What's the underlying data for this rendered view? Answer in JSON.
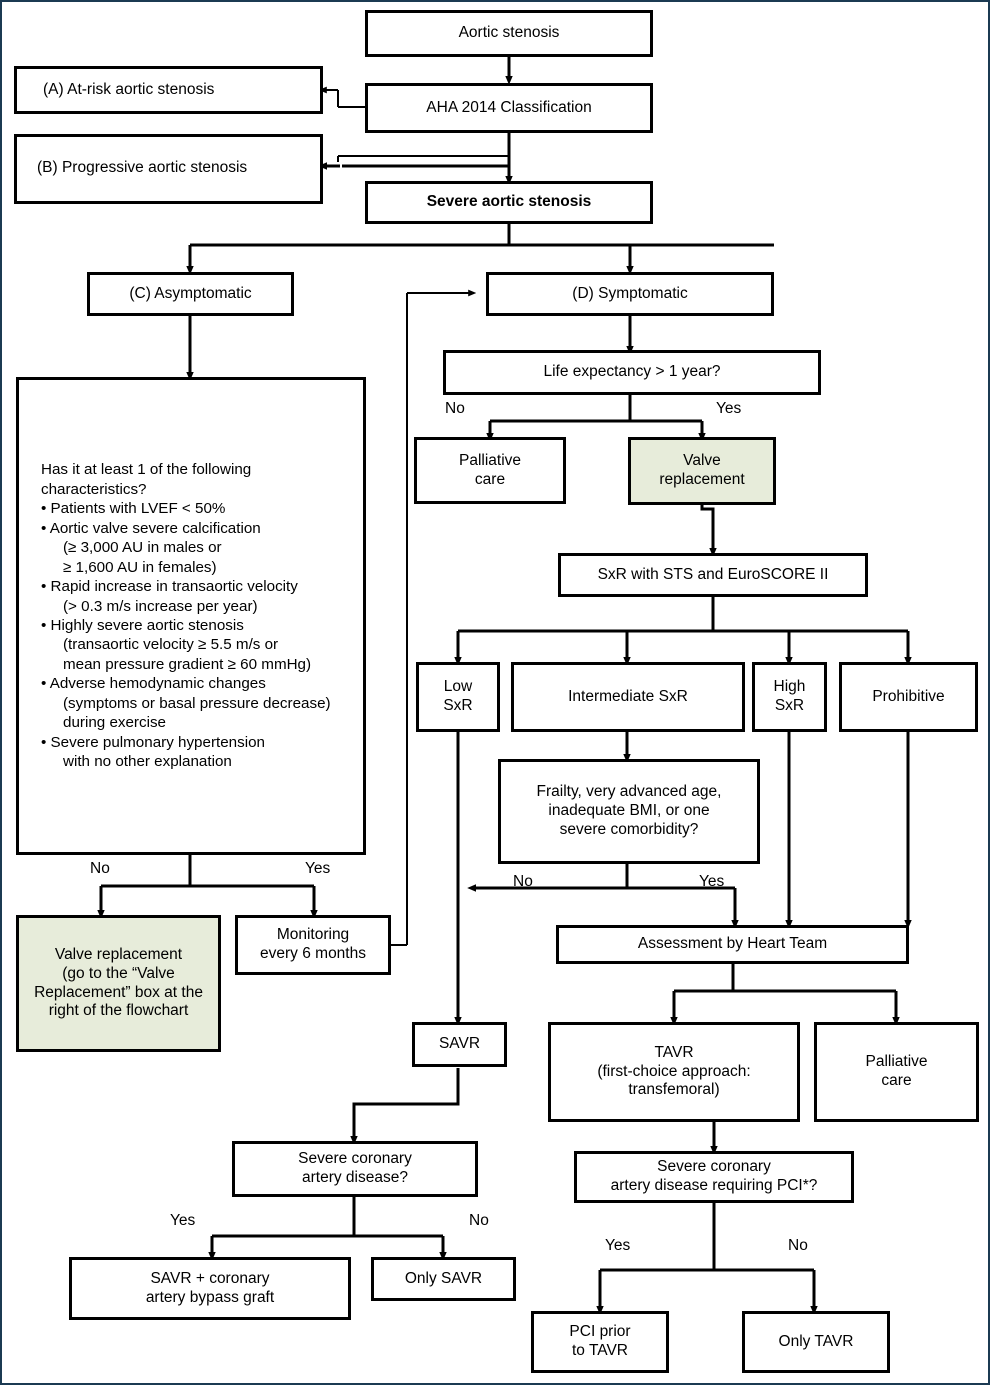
{
  "chart_data": {
    "type": "diagram",
    "title": "Aortic stenosis management flowchart",
    "subtype": "clinical-decision-flowchart"
  },
  "flowchart": {
    "nodes": {
      "aortic_stenosis": "Aortic stenosis",
      "aha_classification": "AHA 2014 Classification",
      "severe_as": "Severe aortic stenosis",
      "at_risk": "(A) At-risk aortic stenosis",
      "progressive": "(B) Progressive aortic stenosis",
      "asymptomatic": "(C) Asymptomatic",
      "symptomatic": "(D) Symptomatic",
      "life_expectancy": "Life expectancy > 1 year?",
      "palliative_care_top": "Palliative\ncare",
      "valve_replacement": "Valve\nreplacement",
      "sxr_scores": "SxR with STS and EuroSCORE II",
      "low_sxr": "Low\nSxR",
      "intermediate_sxr": "Intermediate SxR",
      "high_sxr": "High\nSxR",
      "prohibitive": "Prohibitive",
      "frailty": "Frailty, very advanced age,\ninadequate BMI, or one\nsevere comorbidity?",
      "heart_team": "Assessment by Heart Team",
      "savr": "SAVR",
      "tavr": "TAVR\n(first-choice approach:\ntransfemoral)",
      "palliative_care_bottom": "Palliative\ncare",
      "monitoring": "Monitoring\nevery 6 months",
      "valve_replacement_goto": "Valve replacement\n(go to the “Valve\nReplacement” box at the\nright of the flowchart",
      "severe_cad_savr": "Severe coronary\nartery disease?",
      "severe_cad_pci": "Severe coronary\nartery disease requiring PCI*?",
      "savr_cabg": "SAVR + coronary\nartery bypass graft",
      "only_savr": "Only SAVR",
      "pci_prior_tavr": "PCI prior\nto TAVR",
      "only_tavr": "Only TAVR"
    },
    "characteristics_box": {
      "question": "Has it at least 1 of the following characteristics?",
      "items": [
        {
          "main": "Patients with LVEF < 50%",
          "continuations": []
        },
        {
          "main": "Aortic valve severe calcification",
          "continuations": [
            "(≥ 3,000 AU in males or",
            " ≥ 1,600 AU in females)"
          ]
        },
        {
          "main": "Rapid increase in transaortic velocity",
          "continuations": [
            "(> 0.3 m/s increase per year)"
          ]
        },
        {
          "main": "Highly severe aortic stenosis",
          "continuations": [
            "(transaortic velocity ≥ 5.5 m/s or",
            "mean pressure gradient ≥ 60 mmHg)"
          ]
        },
        {
          "main": "Adverse hemodynamic changes",
          "continuations": [
            "(symptoms or basal pressure decrease)",
            "during exercise"
          ]
        },
        {
          "main": "Severe pulmonary hypertension",
          "continuations": [
            "with no other explanation"
          ]
        }
      ]
    },
    "edge_labels": {
      "life_no": "No",
      "life_yes": "Yes",
      "frailty_no": "No",
      "frailty_yes": "Yes",
      "charac_no": "No",
      "charac_yes": "Yes",
      "cad_savr_yes": "Yes",
      "cad_savr_no": "No",
      "cad_pci_yes": "Yes",
      "cad_pci_no": "No"
    },
    "colors": {
      "highlight": "#e7ecda",
      "stroke": "#000000",
      "frame": "#1b3a52",
      "background": "#ffffff"
    }
  }
}
